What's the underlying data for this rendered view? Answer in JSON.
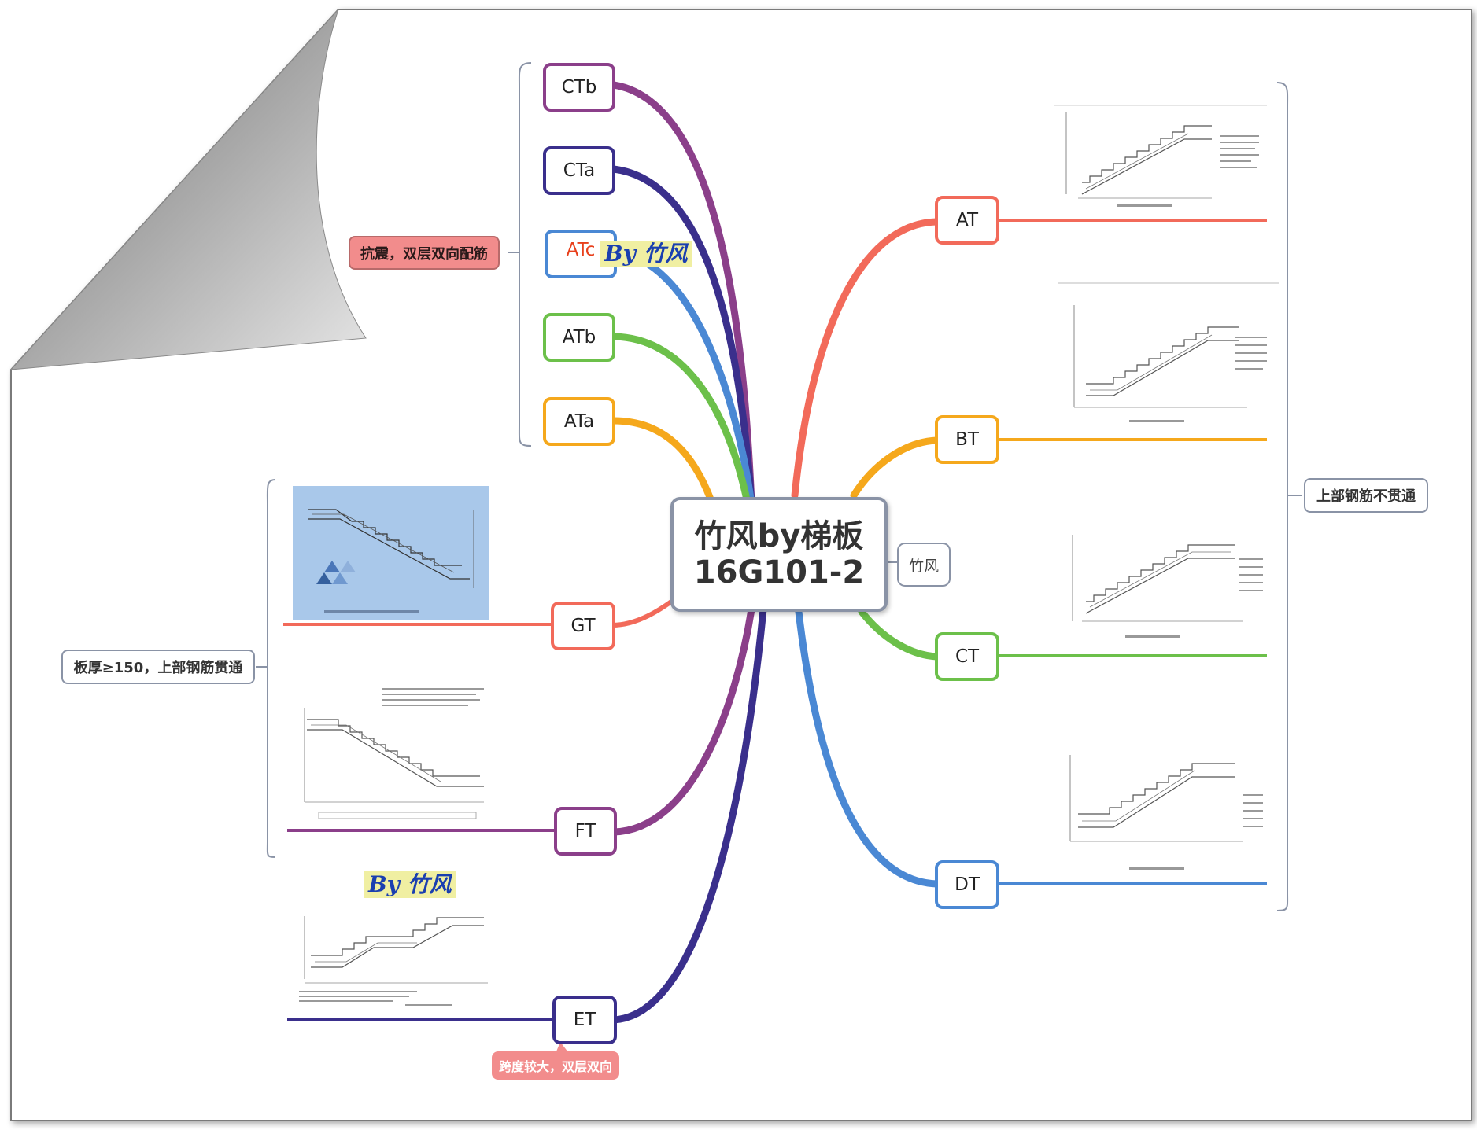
{
  "central": {
    "line1": "竹风by梯板",
    "line2": "16G101-2"
  },
  "callout": "竹风",
  "watermark": "By 竹风",
  "groups": {
    "seismic": "抗震，双层双向配筋",
    "thick": "板厚≥150，上部钢筋贯通",
    "top_not_through": "上部钢筋不贯通",
    "long_span": "跨度较大，双层双向"
  },
  "nodes": {
    "CTb": "CTb",
    "CTa": "CTa",
    "ATc": "ATc",
    "ATb": "ATb",
    "ATa": "ATa",
    "GT": "GT",
    "FT": "FT",
    "ET": "ET",
    "AT": "AT",
    "BT": "BT",
    "CT": "CT",
    "DT": "DT"
  },
  "colors": {
    "purple": "#8b3f8a",
    "navy": "#3a2f8c",
    "blue": "#4a88d4",
    "green": "#6cc04a",
    "orange": "#f5a81c",
    "coral": "#f26a5a",
    "grey": "#8a93a6",
    "pink": "#f28c8c"
  }
}
